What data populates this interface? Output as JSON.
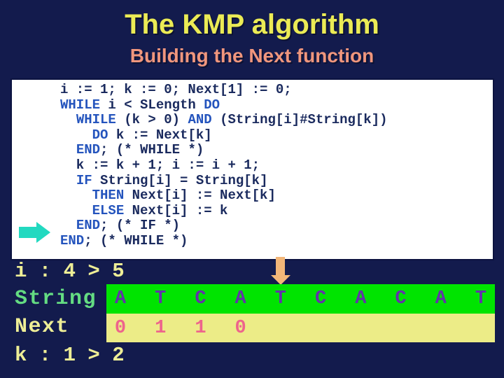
{
  "slide": {
    "title": "The KMP algorithm",
    "subtitle": "Building the Next function",
    "colors": {
      "background": "#131b4d",
      "title_text": "#ebeb55",
      "subtitle_text": "#f0967d",
      "code_background": "#ffffff",
      "code_text": "#1a2a5e",
      "code_keyword": "#2454bd",
      "current_line_arrow": "#22d9c0",
      "position_arrow": "#f2b678",
      "string_row_background": "#00e400",
      "string_letters": "#6432aa",
      "string_label": "#64dc82",
      "next_row_background": "#ecec87",
      "next_values": "#ee648c",
      "trace_text": "#eeee96"
    }
  },
  "code": {
    "lines": [
      [
        {
          "text": "i := 1; k := 0; Next[1] := 0;"
        }
      ],
      [
        {
          "text": "WHILE",
          "kw": true
        },
        {
          "text": " i < SLength "
        },
        {
          "text": "DO",
          "kw": true
        }
      ],
      [
        {
          "text": "  "
        },
        {
          "text": "WHILE",
          "kw": true
        },
        {
          "text": " (k > 0) "
        },
        {
          "text": "AND",
          "kw": true
        },
        {
          "text": " (String[i]#String[k])"
        }
      ],
      [
        {
          "text": "    "
        },
        {
          "text": "DO",
          "kw": true
        },
        {
          "text": " k := Next[k]"
        }
      ],
      [
        {
          "text": "  "
        },
        {
          "text": "END",
          "kw": true
        },
        {
          "text": "; (* WHILE *)"
        }
      ],
      [
        {
          "text": "  k := k + 1; i := i + 1;"
        }
      ],
      [
        {
          "text": "  "
        },
        {
          "text": "IF",
          "kw": true
        },
        {
          "text": " String[i] = String[k]"
        }
      ],
      [
        {
          "text": "    "
        },
        {
          "text": "THEN",
          "kw": true
        },
        {
          "text": " Next[i] := Next[k]"
        }
      ],
      [
        {
          "text": "    "
        },
        {
          "text": "ELSE",
          "kw": true
        },
        {
          "text": " Next[i] := k"
        }
      ],
      [
        {
          "text": "  "
        },
        {
          "text": "END",
          "kw": true
        },
        {
          "text": "; (* IF *)"
        }
      ],
      [
        {
          "text": "END",
          "kw": true
        },
        {
          "text": "; (* WHILE *)"
        }
      ]
    ]
  },
  "trace": {
    "i_line": "i : 4 > 5",
    "k_line": "k : 1 > 2",
    "string_label": "String",
    "next_label": "Next",
    "string_chars": [
      "A",
      "T",
      "C",
      "A",
      "T",
      "C",
      "A",
      "C",
      "A",
      "T"
    ],
    "next_values": [
      "0",
      "1",
      "1",
      "0",
      "",
      "",
      "",
      "",
      "",
      ""
    ],
    "pointer_char_index": 5
  }
}
